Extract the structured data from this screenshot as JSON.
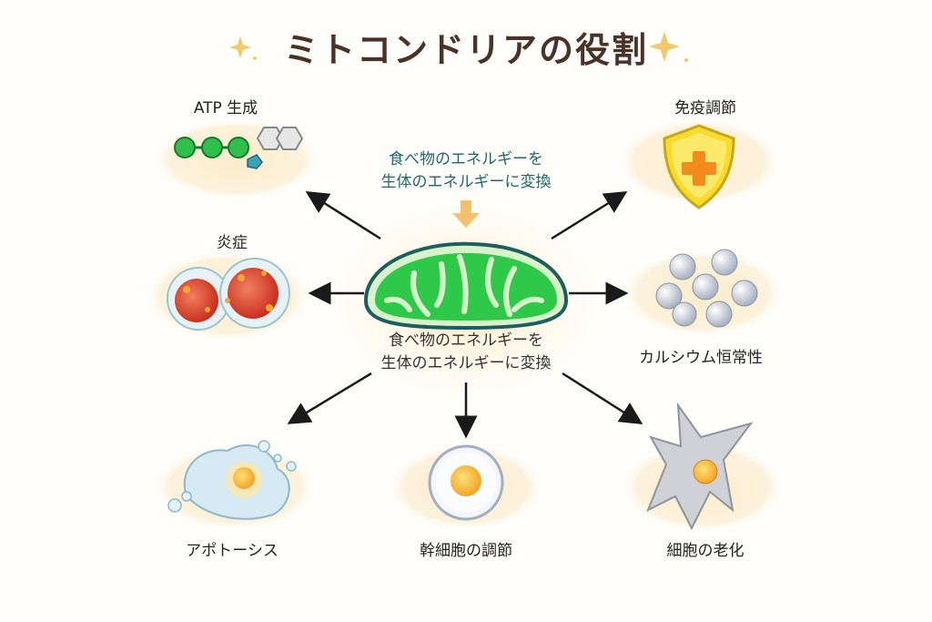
{
  "title": "ミトコンドリアの役割",
  "center": {
    "top_text_line1": "食べ物のエネルギーを",
    "top_text_line2": "生体のエネルギーに変換",
    "bottom_text_line1": "食べ物のエネルギーを",
    "bottom_text_line2": "生体のエネルギーに変換"
  },
  "roles": {
    "atp": "ATP 生成",
    "inflammation": "炎症",
    "immune": "免疫調節",
    "calcium": "カルシウム恒常性",
    "apoptosis": "アポトーシス",
    "stem_cell": "幹細胞の調節",
    "aging": "細胞の老化"
  },
  "colors": {
    "title": "#4a3228",
    "mitochondria": "#2fc94a",
    "teal_text": "#1f6b66",
    "sparkle": "#f3c96a"
  }
}
